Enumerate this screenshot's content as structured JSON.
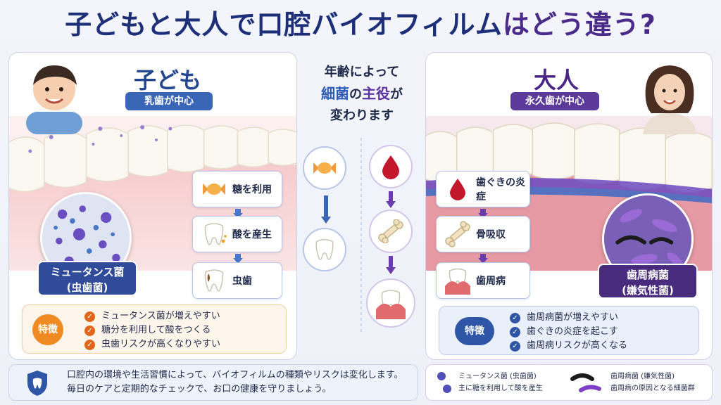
{
  "header": {
    "title_main": "子どもと大人で口腔バイオフィルム",
    "title_accent": "はどう違う?"
  },
  "child": {
    "title": "子ども",
    "subtitle": "乳歯が中心",
    "flow": [
      {
        "label": "糖を利用",
        "icon": "candy-icon"
      },
      {
        "label": "酸を産生",
        "icon": "tooth-acid-icon"
      },
      {
        "label": "虫歯",
        "icon": "decayed-tooth-icon"
      }
    ],
    "bacteria_label_line1": "ミュータンス菌",
    "bacteria_label_line2": "(虫歯菌)",
    "feature_badge": "特徴",
    "features": [
      "ミュータンス菌が増えやすい",
      "糖分を利用して酸をつくる",
      "虫歯リスクが高くなりやすい"
    ]
  },
  "adult": {
    "title": "大人",
    "subtitle": "永久歯が中心",
    "flow": [
      {
        "label": "歯ぐきの炎症",
        "icon": "blood-drop-icon"
      },
      {
        "label": "骨吸収",
        "icon": "bone-icon"
      },
      {
        "label": "歯周病",
        "icon": "periodontal-tooth-icon"
      }
    ],
    "bacteria_label_line1": "歯周病菌",
    "bacteria_label_line2": "(嫌気性菌)",
    "feature_badge": "特徴",
    "features": [
      "歯周病菌が増えやすい",
      "歯ぐきの炎症を起こす",
      "歯周病リスクが高くなる"
    ]
  },
  "center": {
    "line1": "年齢によって",
    "word_bacteria": "細菌",
    "word_no": "の",
    "word_main": "主役",
    "word_ga": "が",
    "line3": "変わります"
  },
  "footer": {
    "note_line1": "口腔内の環境や生活習慣によって、バイオフィルムの種類やリスクは変化します。",
    "note_line2": "毎日のケアと定期的なチェックで、お口の健康を守りましょう。",
    "legend": {
      "mutans_name": "ミュータンス菌 (虫歯菌)",
      "mutans_desc": "主に糖を利用して酸を産生",
      "perio_name": "歯周病菌 (嫌気性菌)",
      "perio_desc": "歯周病の原因となる細菌群"
    }
  },
  "colors": {
    "child_accent": "#3a66b8",
    "adult_accent": "#5b3a9c",
    "warning_orange": "#f08a23"
  }
}
